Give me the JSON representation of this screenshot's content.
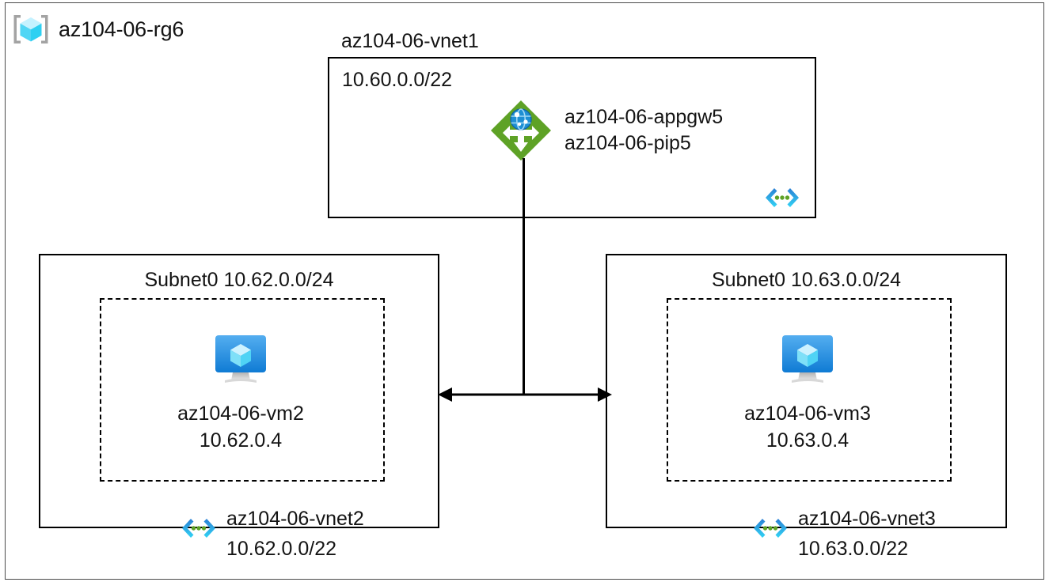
{
  "resource_group": {
    "name": "az104-06-rg6",
    "icon": "resource-group-cube-icon"
  },
  "vnet1": {
    "name": "az104-06-vnet1",
    "address_space": "10.60.0.0/22",
    "vnet_icon": "virtual-network-icon",
    "app_gateway": {
      "icon": "application-gateway-icon",
      "name": "az104-06-appgw5",
      "public_ip": "az104-06-pip5"
    }
  },
  "vnet2": {
    "subnet_label": "Subnet0 10.62.0.0/24",
    "name": "az104-06-vnet2",
    "address_space": "10.62.0.0/22",
    "vnet_icon": "virtual-network-icon",
    "vm": {
      "icon": "virtual-machine-icon",
      "name": "az104-06-vm2",
      "private_ip": "10.62.0.4"
    }
  },
  "vnet3": {
    "subnet_label": "Subnet0 10.63.0.0/24",
    "name": "az104-06-vnet3",
    "address_space": "10.63.0.0/22",
    "vnet_icon": "virtual-network-icon",
    "vm": {
      "icon": "virtual-machine-icon",
      "name": "az104-06-vm3",
      "private_ip": "10.63.0.4"
    }
  },
  "connectors": {
    "peering_arrow": "bidirectional-peering-arrow",
    "gateway_link": "gateway-to-peering-line"
  },
  "colors": {
    "appgw_green": "#5EA226",
    "vnet_cyan": "#32BEDD",
    "vnet_blue": "#2A7FD4",
    "vnet_dot_green": "#5EA226",
    "vm_blue_top": "#54AEF0",
    "vm_blue_bottom": "#0F7BD4",
    "cube_cyan": "#9CEBFF",
    "bracket_gray": "#A3A3A3",
    "border_black": "#000000",
    "container_border": "#4A4A4A",
    "text": "#141414"
  }
}
